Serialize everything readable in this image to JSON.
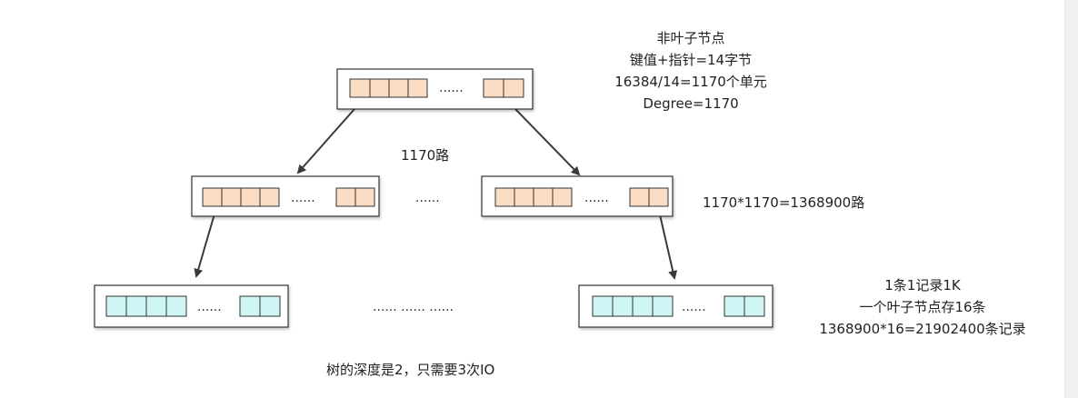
{
  "colors": {
    "inner_cell_fill": "#fbdcc4",
    "leaf_cell_fill": "#cff4f4",
    "node_fill": "#ffffff",
    "stroke": "#333333",
    "arrow": "#3a3a3a"
  },
  "root_node": {
    "dots": "......"
  },
  "level2_nodes": [
    {
      "dots": "......"
    },
    {
      "dots": "......"
    }
  ],
  "level2_gap_dots": "......",
  "leaf_nodes": [
    {
      "dots": "......"
    },
    {
      "dots": "......"
    }
  ],
  "leaf_gap_dots": "...... ...... ......",
  "annotations": {
    "root_info": [
      "非叶子节点",
      "键值+指针=14字节",
      "16384/14=1170个单元",
      "Degree=1170"
    ],
    "level1_fanout": "1170路",
    "level2_fanout": "1170*1170=1368900路",
    "leaf_info": [
      "1条1记录1K",
      "一个叶子节点存16条",
      "1368900*16=21902400条记录"
    ],
    "depth_note": "树的深度是2，只需要3次IO"
  }
}
